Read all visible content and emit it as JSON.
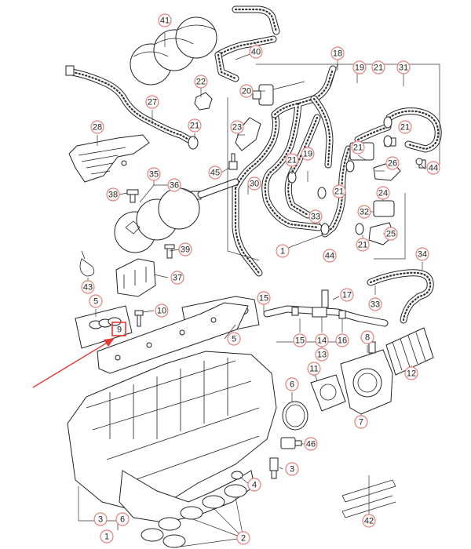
{
  "diagram": {
    "callouts": [
      {
        "id": "c41",
        "text": "41"
      },
      {
        "id": "c40",
        "text": "40"
      },
      {
        "id": "c18",
        "text": "18"
      },
      {
        "id": "c19",
        "text": "19"
      },
      {
        "id": "c21a",
        "text": "21"
      },
      {
        "id": "c31",
        "text": "31"
      },
      {
        "id": "c22",
        "text": "22"
      },
      {
        "id": "c20",
        "text": "20"
      },
      {
        "id": "c27",
        "text": "27"
      },
      {
        "id": "c28",
        "text": "28"
      },
      {
        "id": "c21b",
        "text": "21"
      },
      {
        "id": "c23",
        "text": "23"
      },
      {
        "id": "c45",
        "text": "45"
      },
      {
        "id": "c30",
        "text": "30"
      },
      {
        "id": "c21c",
        "text": "21"
      },
      {
        "id": "c21d",
        "text": "21"
      },
      {
        "id": "c35",
        "text": "35"
      },
      {
        "id": "c36",
        "text": "36"
      },
      {
        "id": "c38",
        "text": "38"
      },
      {
        "id": "c19b",
        "text": "19"
      },
      {
        "id": "c21e",
        "text": "21"
      },
      {
        "id": "c21f",
        "text": "21"
      },
      {
        "id": "c26",
        "text": "26"
      },
      {
        "id": "c44a",
        "text": "44"
      },
      {
        "id": "c24",
        "text": "24"
      },
      {
        "id": "c33a",
        "text": "33"
      },
      {
        "id": "c32",
        "text": "32"
      },
      {
        "id": "c25",
        "text": "25"
      },
      {
        "id": "c39",
        "text": "39"
      },
      {
        "id": "c1a",
        "text": "1"
      },
      {
        "id": "c44b",
        "text": "44"
      },
      {
        "id": "c21g",
        "text": "21"
      },
      {
        "id": "c37",
        "text": "37"
      },
      {
        "id": "c34",
        "text": "34"
      },
      {
        "id": "c43",
        "text": "43"
      },
      {
        "id": "c17",
        "text": "17"
      },
      {
        "id": "c33b",
        "text": "33"
      },
      {
        "id": "c5a",
        "text": "5"
      },
      {
        "id": "c10",
        "text": "10"
      },
      {
        "id": "c15a",
        "text": "15"
      },
      {
        "id": "c9",
        "text": "9"
      },
      {
        "id": "c5b",
        "text": "5"
      },
      {
        "id": "c15b",
        "text": "15"
      },
      {
        "id": "c14",
        "text": "14"
      },
      {
        "id": "c16",
        "text": "16"
      },
      {
        "id": "c8",
        "text": "8"
      },
      {
        "id": "c13",
        "text": "13"
      },
      {
        "id": "c11",
        "text": "11"
      },
      {
        "id": "c12",
        "text": "12"
      },
      {
        "id": "c6",
        "text": "6"
      },
      {
        "id": "c7",
        "text": "7"
      },
      {
        "id": "c46",
        "text": "46"
      },
      {
        "id": "c3a",
        "text": "3"
      },
      {
        "id": "c4",
        "text": "4"
      },
      {
        "id": "c3b",
        "text": "3"
      },
      {
        "id": "c6b",
        "text": "6"
      },
      {
        "id": "c1b",
        "text": "1"
      },
      {
        "id": "c2",
        "text": "2"
      },
      {
        "id": "c42",
        "text": "42"
      }
    ],
    "highlight_color": "#e53935",
    "callout_border_color": "#e8807a",
    "highlighted_callout": "9"
  }
}
